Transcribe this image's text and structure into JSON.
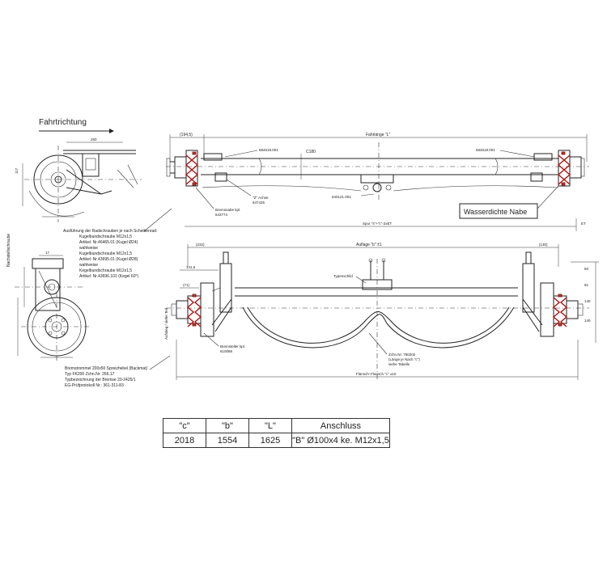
{
  "direction": {
    "label": "Fahrtrichtung"
  },
  "side_label": "Nachstellschraube",
  "left_top": {
    "dim_250": "250",
    "dim_117": "117"
  },
  "left_notes": [
    "Ausführung der Radschrauben je nach Scheibenrad:",
    "Kugelbundschraube M12x1,5",
    "Artikel: Nr.46465.01 (Kugel Ø24)",
    "wahlweise",
    "Kugelbundschraube M12x1,5",
    "Artikel: Nr.43695.01 (Kugel Ø28)",
    "wahlweise",
    "Kegelbundschraube M12x1,5",
    "Artikel: Nr.43696.101 (Kegel 60°)"
  ],
  "brake_notes": [
    "Bremstrommel 200x50 Spreizhebel (Backmat)",
    "Typ FK200 Zchn.Nr: 266.17",
    "Typbezeichnung der Bremse 20-2425/1",
    "EG-Prüfprotokoll Nr.: 361-311-83"
  ],
  "top_view": {
    "fahrlaenge": "Fahrlänge \"L\"",
    "dim_left": "(194,5)",
    "part_left": "684518.001",
    "part_right": "684518.001",
    "c_label": "C180",
    "achse_note": [
      "\"Z\" Achse",
      "647426"
    ],
    "bremsnabe": [
      "Bremsnabe kpl.",
      "643774"
    ],
    "part_center": "640121.001",
    "spur": "Spur \"s\"+\"c\"-2xET",
    "et": "ET",
    "wasserdicht": "Wasserdichte Nabe"
  },
  "bottom_view": {
    "auflage": "Auflage \"b\" ±1",
    "dim_232": "(232)",
    "dim_130": "(130)",
    "dim_141": "141,5",
    "dim_71": "(71)",
    "typenschild": "Typenschild",
    "bremsteller": [
      "Bremsteller kpl.",
      "610086"
    ],
    "zchn": [
      "Zchn.Nr. 780202",
      "(Länge je Nach \"c\")",
      "siehe Tabelle"
    ],
    "flansch": "Flansch–Flansch \"c\" ±10",
    "aufstieg": "Aufstieg / siehe Teil",
    "dims_right": [
      "50",
      "81",
      "140",
      "140"
    ]
  },
  "table": {
    "headers": [
      "\"c\"",
      "\"b\"",
      "\"L\"",
      "Anschluss"
    ],
    "row": [
      "2018",
      "1554",
      "1625",
      "\"B\" Ø100x4 ke. M12x1,5"
    ]
  }
}
